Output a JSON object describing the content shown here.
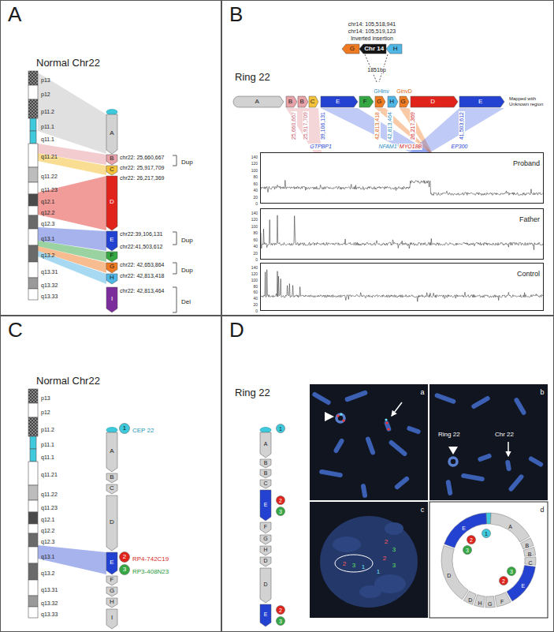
{
  "diagram": {
    "nodes": [
      {
        "text": [
          "A",
          "Normal Chr22"
        ]
      },
      {
        "text": [
          "A"
        ],
        "in": 0
      },
      {
        "text": [
          "B"
        ],
        "in": 0
      },
      {
        "text": [
          "C"
        ],
        "in": 0
      },
      {
        "text": [
          "D"
        ],
        "in": 0
      },
      {
        "text": [
          "E"
        ],
        "in": 0
      },
      {
        "text": [
          "F"
        ],
        "in": 0
      },
      {
        "text": [
          "G"
        ],
        "in": 0
      },
      {
        "text": [
          "H"
        ],
        "in": 0
      },
      {
        "text": [
          "I"
        ],
        "in": 0
      },
      {
        "text": [
          "B",
          "Ring 22"
        ]
      },
      {
        "text": [
          "G"
        ],
        "in": 10
      },
      {
        "text": [
          "Chr 14"
        ],
        "in": 10
      },
      {
        "text": [
          "H"
        ],
        "in": 10
      },
      {
        "text": [
          "A"
        ],
        "in": 10
      },
      {
        "text": [
          "B"
        ],
        "in": 10
      },
      {
        "text": [
          "B"
        ],
        "in": 10
      },
      {
        "text": [
          "C"
        ],
        "in": 10
      },
      {
        "text": [
          "E"
        ],
        "in": 10
      },
      {
        "text": [
          "F"
        ],
        "in": 10
      },
      {
        "text": [
          "G"
        ],
        "in": 10
      },
      {
        "text": [
          "H"
        ],
        "in": 10
      },
      {
        "text": [
          "G"
        ],
        "in": 10
      },
      {
        "text": [
          "D"
        ],
        "in": 10
      },
      {
        "text": [
          "E"
        ],
        "in": 10
      },
      {
        "text": [
          "Proband"
        ],
        "in": 10
      },
      {
        "text": [
          "Father"
        ],
        "in": 10
      },
      {
        "text": [
          "Control"
        ],
        "in": 10
      },
      {
        "text": [
          "C",
          "Normal Chr22"
        ]
      },
      {
        "text": [
          "A"
        ],
        "in": 28
      },
      {
        "text": [
          "B"
        ],
        "in": 28
      },
      {
        "text": [
          "C"
        ],
        "in": 28
      },
      {
        "text": [
          "D"
        ],
        "in": 28
      },
      {
        "text": [
          "E"
        ],
        "in": 28
      },
      {
        "text": [
          "F"
        ],
        "in": 28
      },
      {
        "text": [
          "G"
        ],
        "in": 28
      },
      {
        "text": [
          "H"
        ],
        "in": 28
      },
      {
        "text": [
          "I"
        ],
        "in": 28
      },
      {
        "text": [
          "1"
        ],
        "in": 28
      },
      {
        "text": [
          "2"
        ],
        "in": 28
      },
      {
        "text": [
          "3"
        ],
        "in": 28
      },
      {
        "text": [
          "D",
          "Ring 22"
        ]
      },
      {
        "text": [
          "A"
        ],
        "in": 41
      },
      {
        "text": [
          "B"
        ],
        "in": 41
      },
      {
        "text": [
          "B"
        ],
        "in": 41
      },
      {
        "text": [
          "C"
        ],
        "in": 41
      },
      {
        "text": [
          "E"
        ],
        "in": 41
      },
      {
        "text": [
          "F"
        ],
        "in": 41
      },
      {
        "text": [
          "G"
        ],
        "in": 41
      },
      {
        "text": [
          "H"
        ],
        "in": 41
      },
      {
        "text": [
          "D"
        ],
        "in": 41
      },
      {
        "text": [
          "D"
        ],
        "in": 41
      },
      {
        "text": [
          "E"
        ],
        "in": 41
      },
      {
        "text": [
          "1"
        ],
        "in": 41
      },
      {
        "text": [
          "2"
        ],
        "in": 41
      },
      {
        "text": [
          "3"
        ],
        "in": 41
      },
      {
        "text": [
          "2"
        ],
        "in": 41
      },
      {
        "text": [
          "3"
        ],
        "in": 41
      },
      {
        "text": [
          "1"
        ],
        "in": 41
      },
      {
        "text": [
          "2"
        ],
        "in": 41
      },
      {
        "text": [
          "3"
        ],
        "in": 41
      },
      {
        "text": [
          "3"
        ],
        "in": 41
      },
      {
        "text": [
          "2"
        ],
        "in": 41
      }
    ],
    "labels": [
      "p13",
      "p12",
      "p11.2",
      "p11.1",
      "q11.1",
      "q11.21",
      "q11.22",
      "q11.23",
      "q12.1",
      "q12.2",
      "q12.3",
      "q13.1",
      "q13.2",
      "q13.31",
      "q13.32",
      "q13.33",
      "chr22: 25,660,667",
      "chr22: 25,917,709",
      "chr22: 26,217,369",
      "chr22:39,106,131",
      "chr22:41,503,612",
      "chr22: 42,653,864",
      "chr22: 42,813,418",
      "chr22: 42,813,464",
      "Dup",
      "Dup",
      "Dup",
      "Del",
      "chr14: 105,518,941",
      "chr14: 105,519,123",
      "Inverted insertion",
      "1851bp",
      "GHinv",
      "GinvD",
      "Mapped with Unknown region",
      "25,660,667",
      "25,917,709",
      "39,106,131",
      "42,813,418",
      "42,813,464",
      "26,217,369",
      "41,503,612",
      "GTPBP1",
      "NFAM1",
      "MYO18B",
      "EP300",
      "140",
      "120",
      "100",
      "80",
      "60",
      "40",
      "20",
      "0",
      "140",
      "120",
      "100",
      "80",
      "60",
      "40",
      "20",
      "0",
      "140",
      "120",
      "100",
      "80",
      "60",
      "40",
      "20",
      "0",
      "p13",
      "p12",
      "p11.2",
      "p11.1",
      "q11.1",
      "q11.21",
      "q11.22",
      "q11.23",
      "q12.1",
      "q12.2",
      "q12.3",
      "q13.1",
      "q13.2",
      "q13.31",
      "q13.32",
      "q13.33",
      "CEP 22",
      "RP4-742C19",
      "RP3-408N23",
      "a",
      "b",
      "c",
      "d",
      "Ring 22",
      "Chr 22",
      "2",
      "3",
      "1",
      "2",
      "3",
      "2",
      "3",
      "1",
      "A",
      "B",
      "B",
      "C",
      "E",
      "F",
      "G",
      "H",
      "D",
      "D",
      "E"
    ]
  }
}
